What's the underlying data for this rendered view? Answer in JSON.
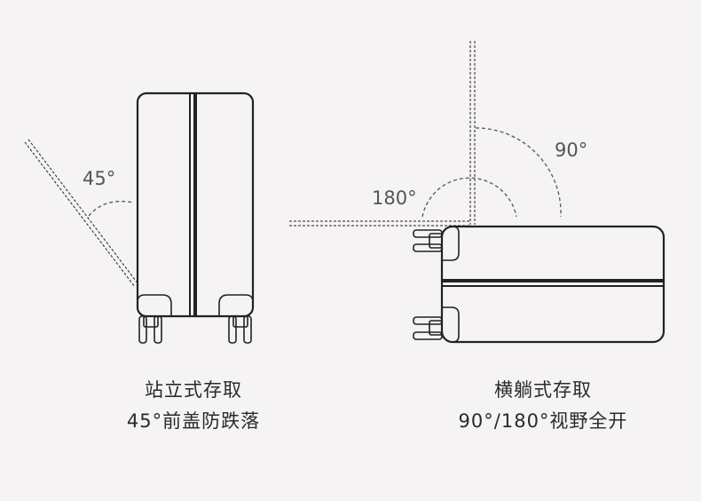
{
  "left_panel": {
    "angle_label": "45°",
    "caption_line1": "站立式存取",
    "caption_line2": "45°前盖防跌落"
  },
  "right_panel": {
    "angle_label_90": "90°",
    "angle_label_180": "180°",
    "caption_line1": "横躺式存取",
    "caption_line2": "90°/180°视野全开"
  },
  "colors": {
    "background": "#f5f3f3",
    "line": "#222222",
    "text": "#2a2a2a"
  }
}
